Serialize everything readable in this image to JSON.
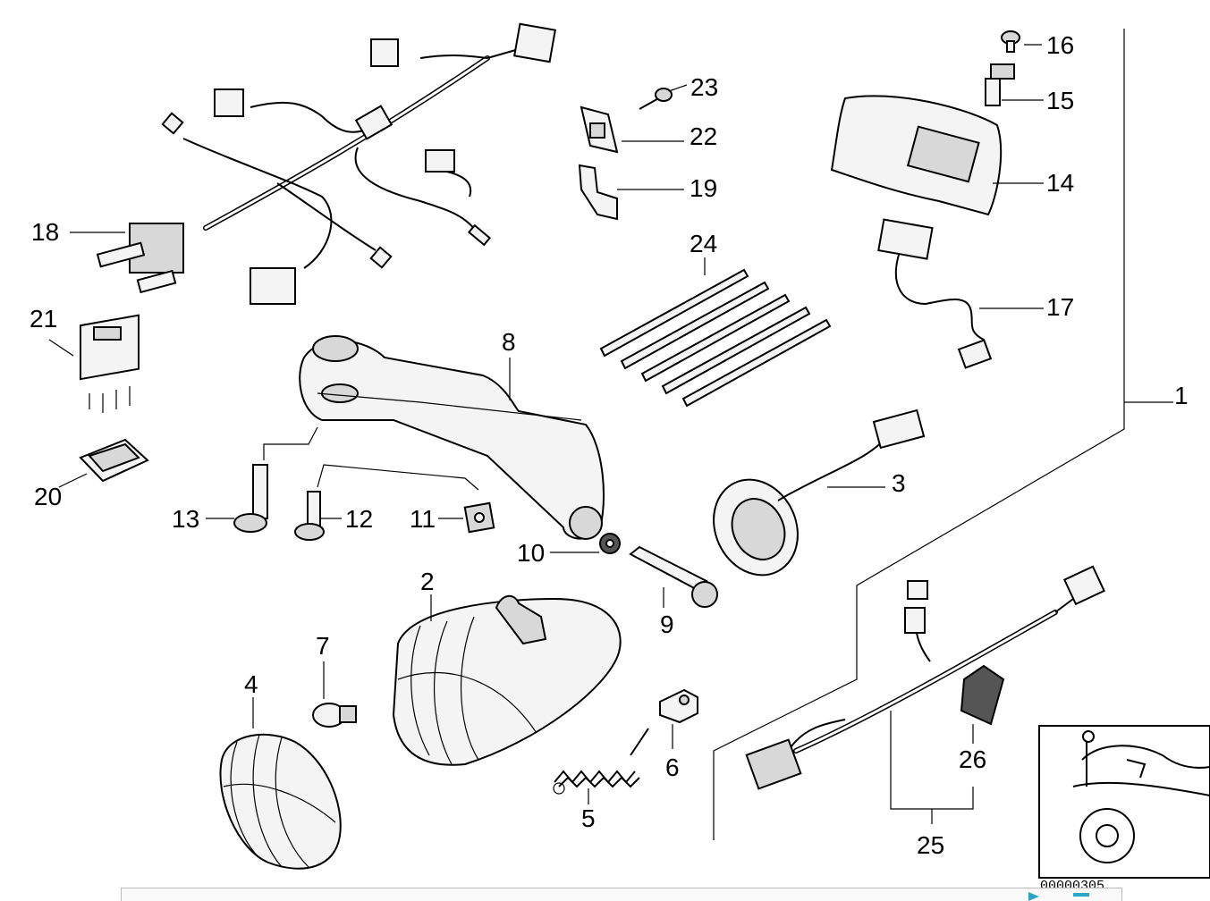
{
  "diagram": {
    "labels": [
      "1",
      "2",
      "3",
      "4",
      "5",
      "6",
      "7",
      "8",
      "9",
      "10",
      "11",
      "12",
      "13",
      "14",
      "15",
      "16",
      "17",
      "18",
      "19",
      "20",
      "21",
      "22",
      "23",
      "24",
      "25",
      "26"
    ],
    "reference_number": "00000305"
  },
  "colors": {
    "line": "#000000",
    "part_fill": "#f4f4f4",
    "accent": "#2aa5c8"
  }
}
